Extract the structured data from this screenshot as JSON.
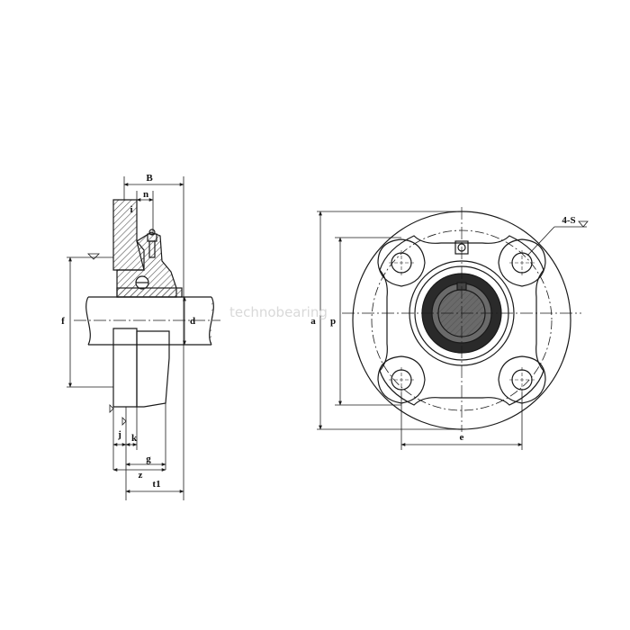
{
  "drawing": {
    "stroke_color": "#1a1a1a",
    "hatch_color": "#555555",
    "watermark_color": "#d9d9d9"
  },
  "side_view": {
    "labels": {
      "B": "B",
      "n": "n",
      "i": "i",
      "f": "f",
      "d": "d",
      "j": "j",
      "k": "k",
      "g": "g",
      "z": "z",
      "t1": "t1"
    }
  },
  "front_view": {
    "labels": {
      "a": "a",
      "p": "p",
      "e": "e",
      "holes": "4-S"
    }
  },
  "watermark": {
    "text": "technobearing"
  }
}
